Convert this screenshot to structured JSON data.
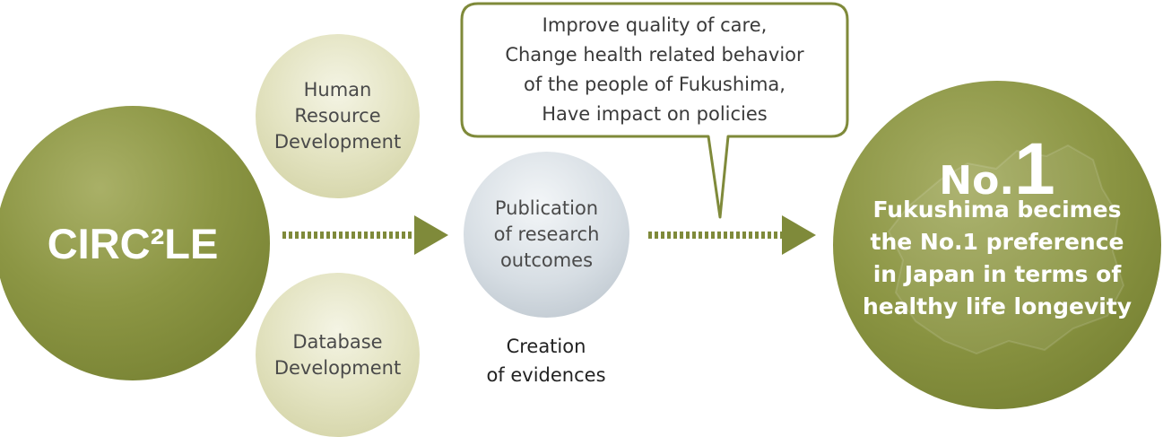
{
  "main_circle": {
    "label": "CIRC²LE"
  },
  "human_resource": {
    "lines": [
      "Human",
      "Resource",
      "Development"
    ]
  },
  "database": {
    "lines": [
      "Database",
      "Development"
    ]
  },
  "publication": {
    "lines": [
      "Publication",
      "of research",
      "outcomes"
    ]
  },
  "evidence_caption": {
    "lines": [
      "Creation",
      "of evidences"
    ]
  },
  "speech_bubble": {
    "lines": [
      "Improve quality of care,",
      "Change health related behavior",
      "of the people of Fukushima,",
      "Have impact on policies"
    ]
  },
  "goal": {
    "no_label": "No.",
    "one_label": "1",
    "lines": [
      "Fukushima becimes",
      "the No.1 preference",
      "in Japan in terms of",
      "healthy life longevity"
    ]
  },
  "colors": {
    "main_green": "#8c9644",
    "dark_green": "#6f7a2c",
    "arrow_green": "#7f8a3a",
    "bubble_border": "#7f8a3a",
    "pale_circle": "#e3e3c1",
    "grey_circle": "#d6dde3"
  }
}
